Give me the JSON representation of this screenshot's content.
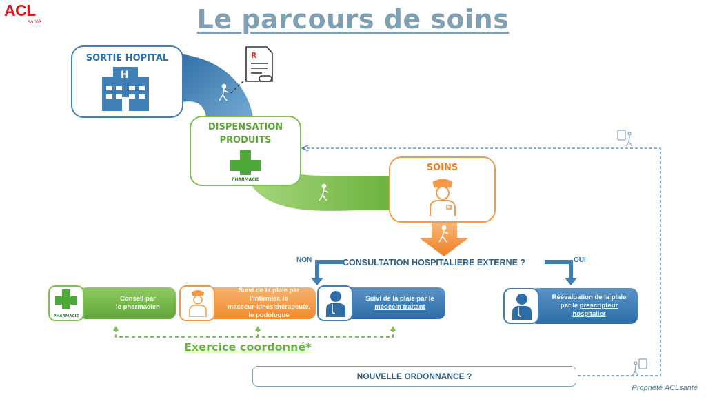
{
  "logo": {
    "main": "ACL",
    "sub": "santé"
  },
  "title": "Le parcours de soins",
  "steps": {
    "sortie": "SORTIE HOPITAL",
    "dispensation_line1": "DISPENSATION",
    "dispensation_line2": "PRODUITS",
    "pharmacie_label": "PHARMACIE",
    "soins": "SOINS"
  },
  "decision": {
    "question": "CONSULTATION HOSPITALIERE EXTERNE ?",
    "non": "NON",
    "oui": "OUI"
  },
  "pills": {
    "pharmacien_l1": "Conseil par",
    "pharmacien_l2": "le pharmacien",
    "pharmacie_label": "PHARMACIE",
    "infirmier_l1": "Suivi de la plaie par",
    "infirmier_l2": "l'infirmier, le",
    "infirmier_l3": "masseur-kinésithérapeute,",
    "infirmier_l4": "le podologue",
    "medecin_l1": "Suivi de la plaie par le",
    "medecin_l2": "médecin traitant",
    "prescripteur_l1": "Réévaluation de la plaie",
    "prescripteur_l2": "par le",
    "prescripteur_l3": "prescripteur",
    "prescripteur_l4": "hospitalier"
  },
  "exercice": "Exercice coordonné*",
  "ordonnance": "NOUVELLE ORDONNANCE ?",
  "footer": "Propriété ACLsanté",
  "colors": {
    "blue": "#3f7fb6",
    "green": "#7fbf4e",
    "orange": "#f29a4a",
    "title": "#7f9fb2",
    "red": "#d71920"
  }
}
